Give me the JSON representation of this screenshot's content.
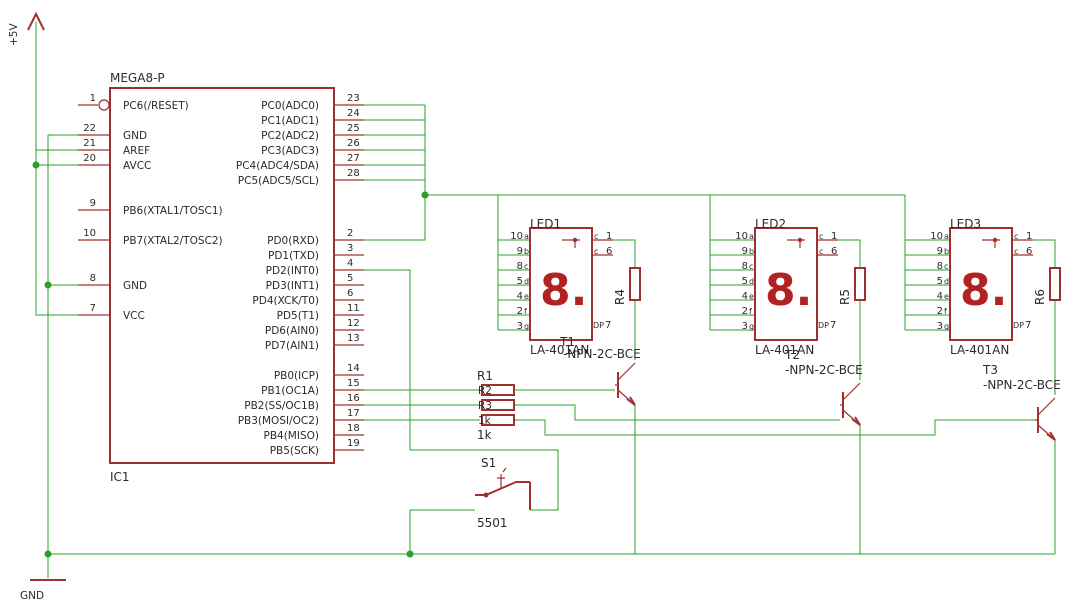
{
  "supply": {
    "label": "+5V"
  },
  "ground": {
    "label": "GND"
  },
  "ic": {
    "name": "IC1",
    "value": "MEGA8-P",
    "left_pins": [
      {
        "num": "1",
        "label": "PC6(/RESET)"
      },
      {
        "num": "22",
        "label": "GND"
      },
      {
        "num": "21",
        "label": "AREF"
      },
      {
        "num": "20",
        "label": "AVCC"
      },
      {
        "num": "9",
        "label": "PB6(XTAL1/TOSC1)"
      },
      {
        "num": "10",
        "label": "PB7(XTAL2/TOSC2)"
      },
      {
        "num": "8",
        "label": "GND"
      },
      {
        "num": "7",
        "label": "VCC"
      }
    ],
    "right_pins": [
      {
        "num": "23",
        "label": "PC0(ADC0)"
      },
      {
        "num": "24",
        "label": "PC1(ADC1)"
      },
      {
        "num": "25",
        "label": "PC2(ADC2)"
      },
      {
        "num": "26",
        "label": "PC3(ADC3)"
      },
      {
        "num": "27",
        "label": "PC4(ADC4/SDA)"
      },
      {
        "num": "28",
        "label": "PC5(ADC5/SCL)"
      },
      {
        "num": "2",
        "label": "PD0(RXD)"
      },
      {
        "num": "3",
        "label": "PD1(TXD)"
      },
      {
        "num": "4",
        "label": "PD2(INT0)"
      },
      {
        "num": "5",
        "label": "PD3(INT1)"
      },
      {
        "num": "6",
        "label": "PD4(XCK/T0)"
      },
      {
        "num": "11",
        "label": "PD5(T1)"
      },
      {
        "num": "12",
        "label": "PD6(AIN0)"
      },
      {
        "num": "13",
        "label": "PD7(AIN1)"
      },
      {
        "num": "14",
        "label": "PB0(ICP)"
      },
      {
        "num": "15",
        "label": "PB1(OC1A)"
      },
      {
        "num": "16",
        "label": "PB2(SS/OC1B)"
      },
      {
        "num": "17",
        "label": "PB3(MOSI/OC2)"
      },
      {
        "num": "18",
        "label": "PB4(MISO)"
      },
      {
        "num": "19",
        "label": "PB5(SCK)"
      }
    ]
  },
  "displays": [
    {
      "name": "LED1",
      "value": "LA-401AN",
      "glyph": "8.",
      "resistor": "R4",
      "transistor": "T1",
      "transistor_value": "-NPN-2C-BCE"
    },
    {
      "name": "LED2",
      "value": "LA-401AN",
      "glyph": "8.",
      "resistor": "R5",
      "transistor": "T2",
      "transistor_value": "-NPN-2C-BCE"
    },
    {
      "name": "LED3",
      "value": "LA-401AN",
      "glyph": "8.",
      "resistor": "R6",
      "transistor": "T3",
      "transistor_value": "-NPN-2C-BCE"
    }
  ],
  "led_pins": {
    "left": [
      {
        "num": "10",
        "seg": "a"
      },
      {
        "num": "9",
        "seg": "b"
      },
      {
        "num": "8",
        "seg": "c"
      },
      {
        "num": "5",
        "seg": "d"
      },
      {
        "num": "4",
        "seg": "e"
      },
      {
        "num": "2",
        "seg": "f"
      },
      {
        "num": "3",
        "seg": "g"
      }
    ],
    "right": [
      {
        "seg": "c",
        "num": "1"
      },
      {
        "seg": "c",
        "num": "6"
      }
    ],
    "dp": {
      "label": "DP",
      "num": "7"
    }
  },
  "resistor_array": {
    "name": "R1",
    "pins": [
      "R2",
      "R3",
      "1k"
    ],
    "value": "1k"
  },
  "switch": {
    "name": "S1",
    "value": "5501"
  },
  "colors": {
    "symbol": "#a0302e",
    "net": "#2aa02a",
    "text": "#2b2b2b",
    "segment": "#b22222"
  }
}
